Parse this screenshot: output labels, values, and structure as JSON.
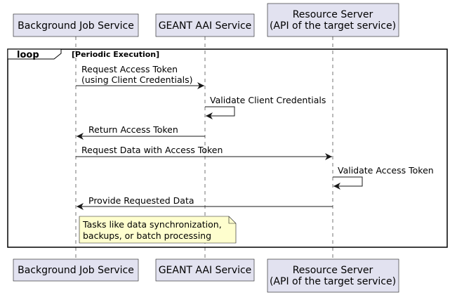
{
  "participants": [
    {
      "id": "bg",
      "lines": [
        "Background Job Service"
      ]
    },
    {
      "id": "aai",
      "lines": [
        "GEANT AAI Service"
      ]
    },
    {
      "id": "rs",
      "lines": [
        "Resource Server",
        "(API of the target service)"
      ]
    }
  ],
  "loop": {
    "keyword": "loop",
    "condition": "[Periodic Execution]"
  },
  "messages": [
    {
      "from": "bg",
      "to": "aai",
      "lines": [
        "Request Access Token",
        "(using Client Credentials)"
      ]
    },
    {
      "from": "aai",
      "to": "aai",
      "lines": [
        "Validate Client Credentials"
      ]
    },
    {
      "from": "aai",
      "to": "bg",
      "lines": [
        "Return Access Token"
      ]
    },
    {
      "from": "bg",
      "to": "rs",
      "lines": [
        "Request Data with Access Token"
      ]
    },
    {
      "from": "rs",
      "to": "rs",
      "lines": [
        "Validate Access Token"
      ]
    },
    {
      "from": "rs",
      "to": "bg",
      "lines": [
        "Provide Requested Data"
      ]
    }
  ],
  "note": {
    "over": "bg",
    "lines": [
      "Tasks like data synchronization,",
      "backups, or batch processing"
    ]
  },
  "colors": {
    "participant_fill": "#e2e2f0",
    "note_fill": "#fefece",
    "line": "#181818"
  }
}
